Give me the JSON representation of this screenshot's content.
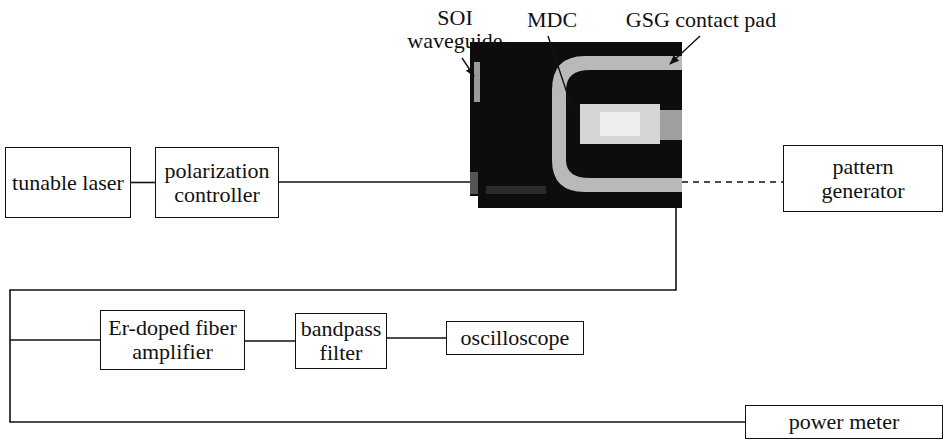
{
  "diagram": {
    "nodes": [
      {
        "text": [
          "tunable laser"
        ]
      },
      {
        "text": [
          "polarization controller"
        ]
      },
      {
        "text": [
          "pattern generator"
        ]
      },
      {
        "text": [
          "Er-doped fiber amplifier"
        ]
      },
      {
        "text": [
          "bandpass filter"
        ]
      },
      {
        "text": [
          "oscilloscope"
        ]
      },
      {
        "text": [
          "power meter"
        ]
      }
    ],
    "edges": [
      {
        "from": 0,
        "to": 1,
        "arrow": "none"
      },
      {
        "from": 3,
        "to": 4,
        "arrow": "none"
      },
      {
        "from": 4,
        "to": 5,
        "arrow": "none"
      }
    ],
    "labels": [
      "SOI waveguide",
      "MDC",
      "GSG contact pad"
    ]
  }
}
